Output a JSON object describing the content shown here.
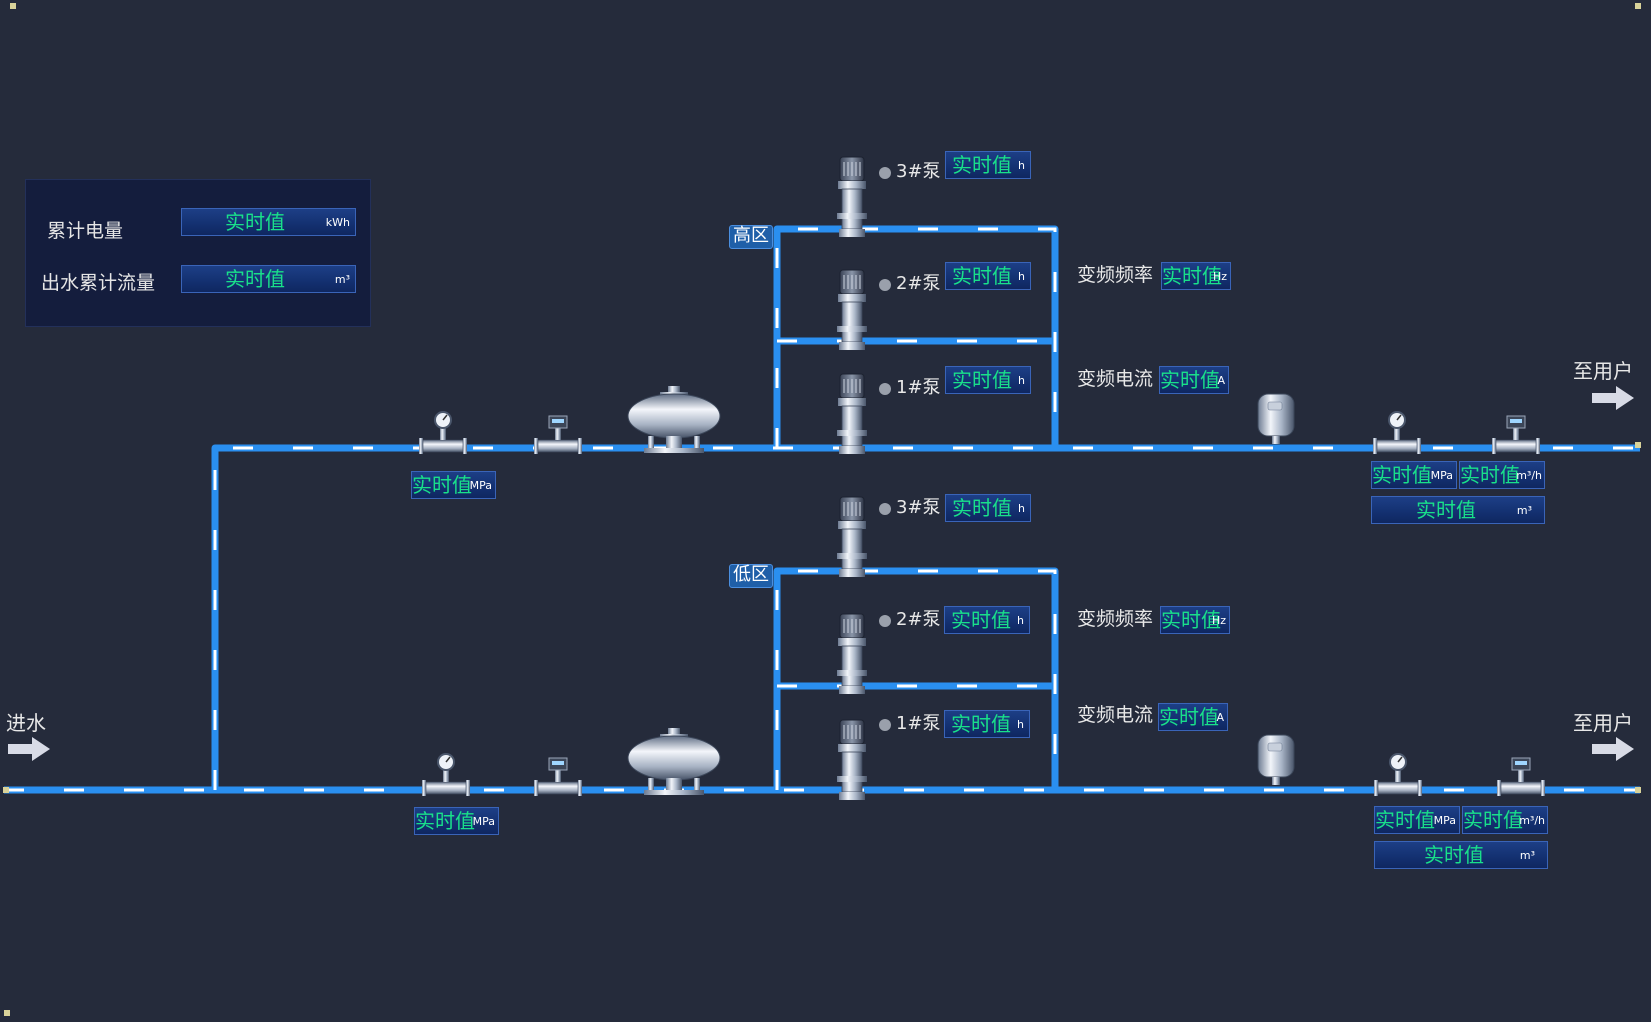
{
  "summary": {
    "rows": [
      {
        "label": "累计电量",
        "value": "实时值",
        "unit": "kWh"
      },
      {
        "label": "出水累计流量",
        "value": "实时值",
        "unit": "m³"
      }
    ]
  },
  "inlet_label": "进水",
  "outlets": {
    "high": "至用户",
    "low": "至用户"
  },
  "zones": {
    "high": "高区",
    "low": "低区"
  },
  "high_zone": {
    "pumps": [
      {
        "label": "3#泵",
        "value": "实时值",
        "unit": "h"
      },
      {
        "label": "2#泵",
        "value": "实时值",
        "unit": "h"
      },
      {
        "label": "1#泵",
        "value": "实时值",
        "unit": "h"
      }
    ],
    "vfd_frequency": {
      "label": "变频频率",
      "value": "实时值",
      "unit": "Hz"
    },
    "vfd_current": {
      "label": "变频电流",
      "value": "实时值",
      "unit": "A"
    },
    "inlet_pressure": {
      "value": "实时值",
      "unit": "MPa"
    },
    "outlet_pressure": {
      "value": "实时值",
      "unit": "MPa"
    },
    "outlet_flow": {
      "value": "实时值",
      "unit": "m³/h"
    },
    "outlet_total": {
      "value": "实时值",
      "unit": "m³"
    }
  },
  "low_zone": {
    "pumps": [
      {
        "label": "3#泵",
        "value": "实时值",
        "unit": "h"
      },
      {
        "label": "2#泵",
        "value": "实时值",
        "unit": "h"
      },
      {
        "label": "1#泵",
        "value": "实时值",
        "unit": "h"
      }
    ],
    "vfd_frequency": {
      "label": "变频频率",
      "value": "实时值",
      "unit": "Hz"
    },
    "vfd_current": {
      "label": "变频电流",
      "value": "实时值",
      "unit": "A"
    },
    "inlet_pressure": {
      "value": "实时值",
      "unit": "MPa"
    },
    "outlet_pressure": {
      "value": "实时值",
      "unit": "MPa"
    },
    "outlet_flow": {
      "value": "实时值",
      "unit": "m³/h"
    },
    "outlet_total": {
      "value": "实时值",
      "unit": "m³"
    }
  },
  "colors": {
    "background": "#252b3b",
    "pipe": "#2a8ff0",
    "pipe_dash": "#ffffff",
    "value_text": "#19e08a",
    "value_box": "#143172"
  }
}
